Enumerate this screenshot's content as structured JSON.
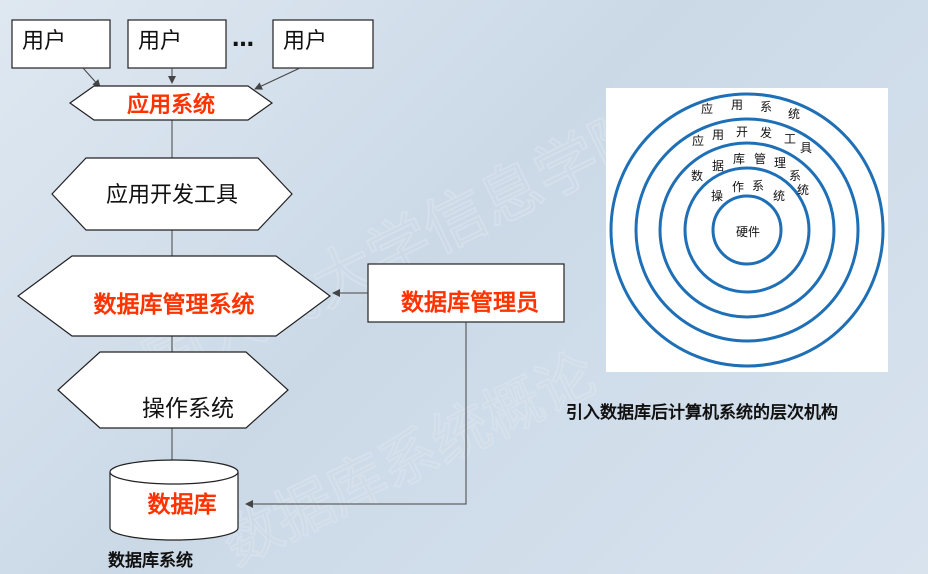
{
  "left_diagram": {
    "users": [
      "用户",
      "用户",
      "用户"
    ],
    "ellipsis": "…",
    "layers": {
      "application_system": "应用系统",
      "dev_tools": "应用开发工具",
      "dbms": "数据库管理系统",
      "os": "操作系统"
    },
    "dba": "数据库管理员",
    "database": "数据库",
    "caption": "数据库系统"
  },
  "right_diagram": {
    "rings": [
      {
        "chars": [
          "应",
          "用",
          "系",
          "统"
        ]
      },
      {
        "chars": [
          "应",
          "用",
          "开",
          "发",
          "工",
          "具"
        ]
      },
      {
        "chars": [
          "数",
          "据",
          "库",
          "管",
          "理",
          "系",
          "统"
        ]
      },
      {
        "chars": [
          "操",
          "作",
          "系",
          "统"
        ]
      }
    ],
    "core": "硬件",
    "caption": "引入数据库后计算机系统的层次机构"
  },
  "watermark": "中国人民大学信息学院",
  "watermark2": "数据库系统概论",
  "colors": {
    "highlight_red": "#ff3300",
    "text_black": "#111111",
    "line": "#444444",
    "ring_blue": "#1e6fb5",
    "shape_fill": "#ffffff"
  }
}
